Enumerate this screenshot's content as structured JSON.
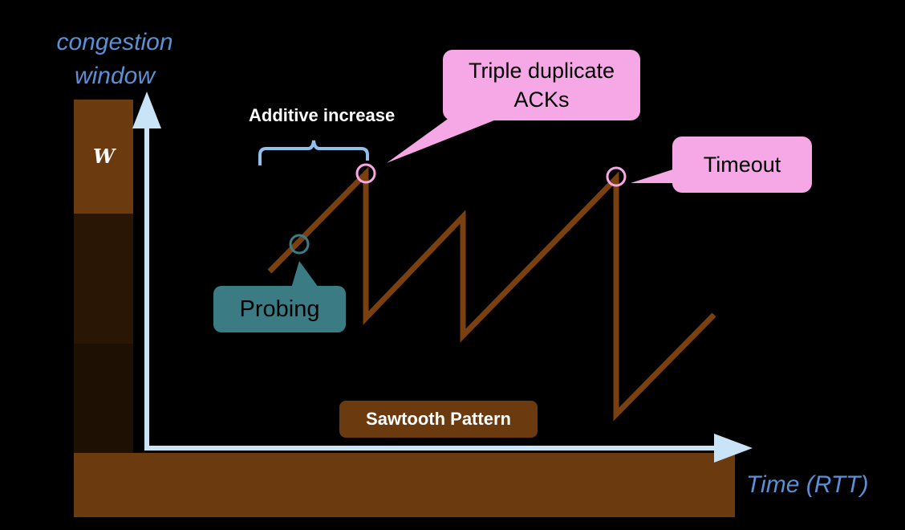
{
  "labels": {
    "y_axis_title": "congestion\nwindow",
    "x_axis_title": "Time (RTT)",
    "w_label": "W",
    "additive_increase": "Additive increase",
    "triple_dup_acks": "Triple duplicate\nACKs",
    "timeout": "Timeout",
    "probing": "Probing",
    "sawtooth": "Sawtooth Pattern"
  },
  "colors": {
    "background": "#000000",
    "axis": "#c9e4f6",
    "axis_title": "#5b8fd6",
    "brown": "#6b3a0e",
    "brown_dark": "#2a1605",
    "brown_mid": "#1f1004",
    "line": "#7a4010",
    "pink": "#f6a8e6",
    "teal": "#3b7c84",
    "brace": "#8fc0ee"
  }
}
